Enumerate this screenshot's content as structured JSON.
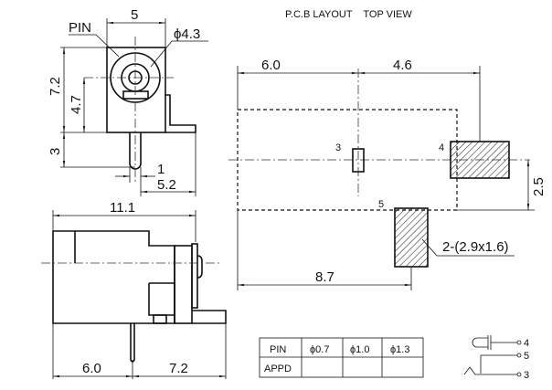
{
  "title": "P.C.B LAYOUT    TOP VIEW",
  "front_view": {
    "width": "5",
    "pin_label": "PIN",
    "diameter": "ϕ4.3",
    "height": "7.2",
    "center_height": "4.7",
    "pin_length": "3",
    "pin_offset": "1",
    "tab_offset": "5.2"
  },
  "side_view": {
    "length": "11.1",
    "left": "6.0",
    "right": "7.2"
  },
  "pcb_layout": {
    "left": "6.0",
    "right": "4.6",
    "offset": "2.5",
    "pad5_x": "8.7",
    "pad_spec": "2-(2.9x1.6)",
    "pad3": "3",
    "pad4": "4",
    "pad5": "5"
  },
  "pin_table": {
    "headers": [
      "PIN",
      "ϕ0.7",
      "ϕ1.0",
      "ϕ1.3"
    ],
    "rows": [
      [
        "APPD",
        "",
        "",
        ""
      ]
    ]
  },
  "schematic": {
    "pins": [
      "4",
      "5",
      "3"
    ]
  }
}
